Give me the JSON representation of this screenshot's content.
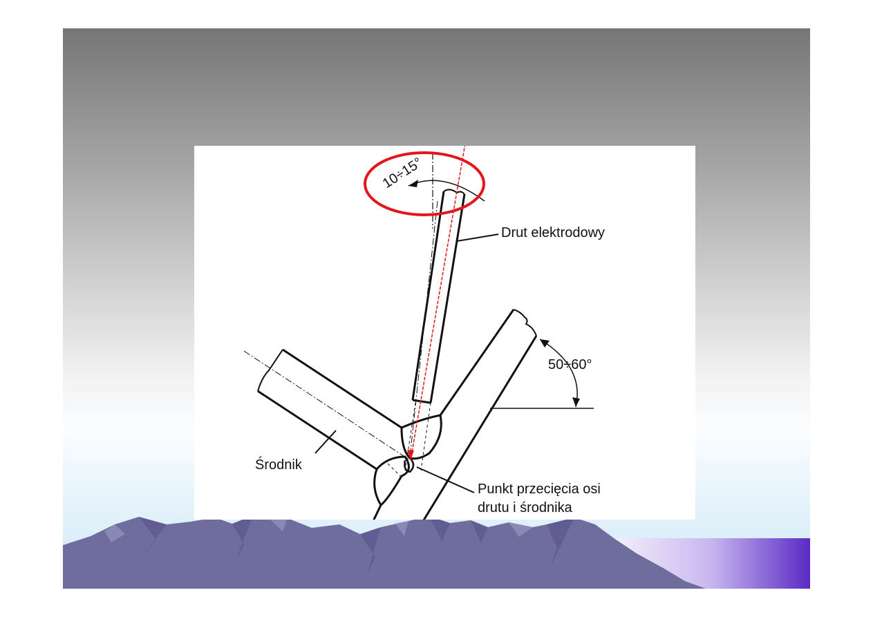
{
  "labels": {
    "angle_top": "10÷15°",
    "wire": "Drut elektrodowy",
    "angle_side": "50÷60°",
    "web": "Środnik",
    "intersection_line1": "Punkt przecięcia osi",
    "intersection_line2": "drutu i środnika"
  },
  "colors": {
    "highlight": "#e3161b",
    "line": "#111111",
    "mountain": "#6f6c9e",
    "mountain_shadow": "#55528a",
    "accent_band": "#5a2bc4"
  }
}
